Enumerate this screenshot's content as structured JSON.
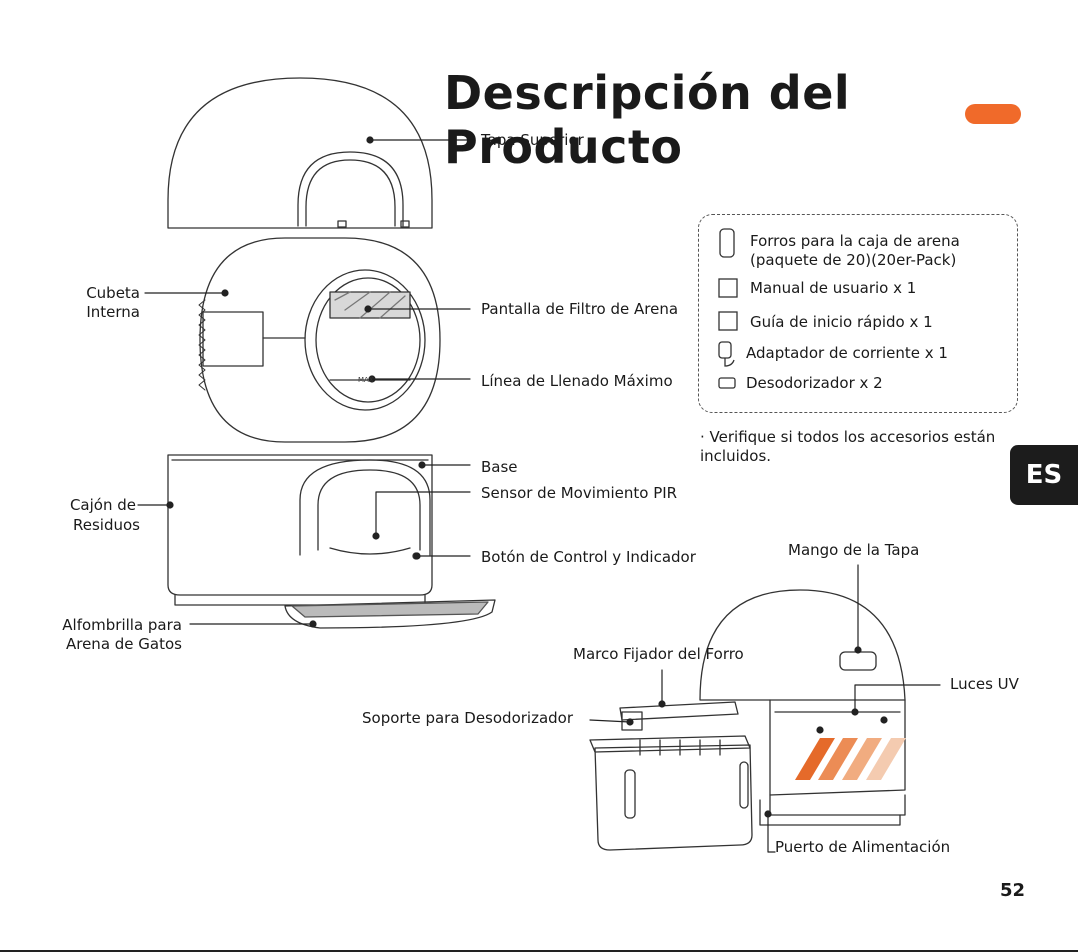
{
  "page": {
    "title": "Descripción del Producto",
    "lang_tab": "ES",
    "page_number": "52",
    "accent_color": "#f06a2a"
  },
  "labels": {
    "top_cover": "Tapa Superior",
    "inner_bucket_1": "Cubeta",
    "inner_bucket_2": "Interna",
    "sand_filter": "Pantalla de Filtro de Arena",
    "max_fill": "Línea de Llenado Máximo",
    "base": "Base",
    "pir_sensor": "Sensor de Movimiento PIR",
    "waste_drawer_1": "Cajón de",
    "waste_drawer_2": "Residuos",
    "control_button": "Botón de Control y Indicador",
    "litter_mat_1": "Alfombrilla para",
    "litter_mat_2": "Arena de Gatos",
    "lid_handle": "Mango de la Tapa",
    "liner_frame": "Marco Fijador del Forro",
    "uv_lights": "Luces UV",
    "deodorizer_holder": "Soporte para Desodorizador",
    "power_port": "Puerto de Alimentación",
    "max_mark": "MAX"
  },
  "accessories": {
    "items": [
      {
        "line1": "Forros para la caja de arena",
        "line2": "(paquete de 20)(20er-Pack)",
        "icon": "liner-roll-icon"
      },
      {
        "line1": "Manual de usuario x 1",
        "icon": "manual-icon"
      },
      {
        "line1": "Guía de inicio rápido x 1",
        "icon": "quick-guide-icon"
      },
      {
        "line1": "Adaptador de corriente x 1",
        "icon": "power-adapter-icon"
      },
      {
        "line1": "Desodorizador x 2",
        "icon": "deodorizer-icon"
      }
    ],
    "note": "· Verifique si todos los accesorios están incluidos."
  }
}
